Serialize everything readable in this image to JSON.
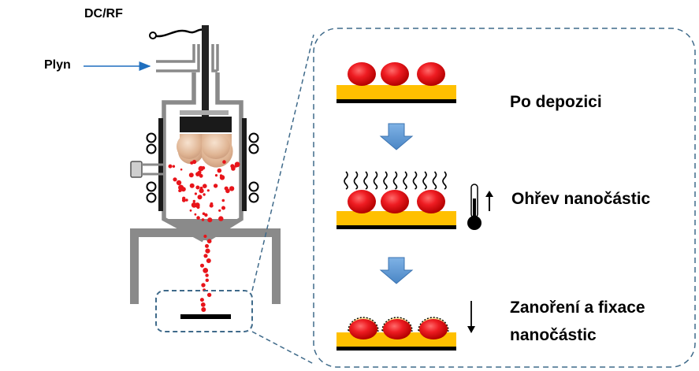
{
  "labels": {
    "power": "DC/RF",
    "gas": "Plyn",
    "step1": "Po depozici",
    "step2": "Ohřev nanočástic",
    "step3_line1": "Zanoření a fixace",
    "step3_line2": "nanočástic"
  },
  "colors": {
    "particle_red": "#e8141a",
    "substrate_gold": "#ffc000",
    "target_tan": "#e6c3a4",
    "chamber_gray": "#8a8a8a",
    "arrow_blue": "#5b9bd5",
    "frame_dash": "#3f6a8a",
    "gas_arrow": "#1f6fbf",
    "shell_yellow": "#ffe699"
  },
  "icons": [
    "thermometer-icon",
    "up-arrow-icon",
    "down-arrow-icon",
    "heat-waves-icon"
  ]
}
